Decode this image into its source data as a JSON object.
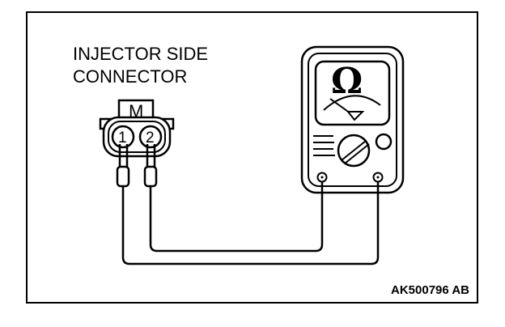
{
  "diagram": {
    "title_line1": "INJECTOR SIDE",
    "title_line2": "CONNECTOR",
    "connector": {
      "tab_label": "M",
      "pin1": "1",
      "pin2": "2"
    },
    "meter": {
      "symbol": "Ω",
      "icon": "ohmmeter-icon"
    },
    "figure_code": "AK500796 AB"
  }
}
